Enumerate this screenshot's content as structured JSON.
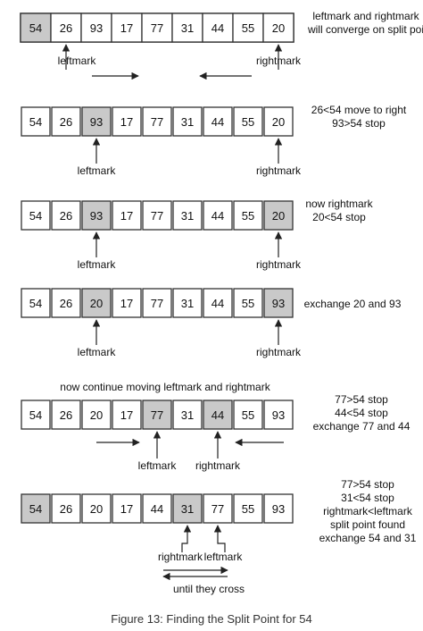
{
  "caption": "Figure 13: Finding the Split Point for 54",
  "colors": {
    "plain": "#ffffff",
    "highlight": "#c9c9c9",
    "border": "#333333"
  },
  "rows": [
    {
      "values": [
        "54",
        "26",
        "93",
        "17",
        "77",
        "31",
        "44",
        "55",
        "20"
      ],
      "shaded": [
        0
      ],
      "note": [
        "leftmark and rightmark",
        "will converge on split poi"
      ],
      "markers": [
        {
          "text": "leftmark",
          "index": 1,
          "dir": "right"
        },
        {
          "text": "rightmark",
          "index": 8,
          "dir": "left"
        }
      ]
    },
    {
      "values": [
        "54",
        "26",
        "93",
        "17",
        "77",
        "31",
        "44",
        "55",
        "20"
      ],
      "shaded": [
        2
      ],
      "note": [
        "26<54 move to right",
        "93>54 stop"
      ],
      "markers": [
        {
          "text": "leftmark",
          "index": 2
        },
        {
          "text": "rightmark",
          "index": 8
        }
      ]
    },
    {
      "values": [
        "54",
        "26",
        "93",
        "17",
        "77",
        "31",
        "44",
        "55",
        "20"
      ],
      "shaded": [
        2,
        8
      ],
      "note": [
        "now rightmark",
        "20<54 stop"
      ],
      "markers": [
        {
          "text": "leftmark",
          "index": 2
        },
        {
          "text": "rightmark",
          "index": 8
        }
      ]
    },
    {
      "values": [
        "54",
        "26",
        "20",
        "17",
        "77",
        "31",
        "44",
        "55",
        "93"
      ],
      "shaded": [
        2,
        8
      ],
      "note": [
        "exchange 20 and 93"
      ],
      "markers": [
        {
          "text": "leftmark",
          "index": 2
        },
        {
          "text": "rightmark",
          "index": 8
        }
      ]
    },
    {
      "heading": "now continue moving leftmark and rightmark",
      "values": [
        "54",
        "26",
        "20",
        "17",
        "77",
        "31",
        "44",
        "55",
        "93"
      ],
      "shaded": [
        4,
        6
      ],
      "note": [
        "77>54 stop",
        "44<54 stop",
        "exchange 77 and 44"
      ],
      "markers": [
        {
          "text": "leftmark",
          "index": 4,
          "dir": "right"
        },
        {
          "text": "rightmark",
          "index": 6,
          "dir": "left"
        }
      ]
    },
    {
      "values": [
        "54",
        "26",
        "20",
        "17",
        "44",
        "31",
        "77",
        "55",
        "93"
      ],
      "shaded": [
        0,
        5
      ],
      "note": [
        "77>54 stop",
        "31<54 stop",
        "rightmark<leftmark",
        "split point found",
        "exchange 54 and 31"
      ],
      "markers": [
        {
          "text": "rightmark",
          "index": 5
        },
        {
          "text": "leftmark",
          "index": 6
        }
      ],
      "cross_text": "until they cross"
    }
  ]
}
